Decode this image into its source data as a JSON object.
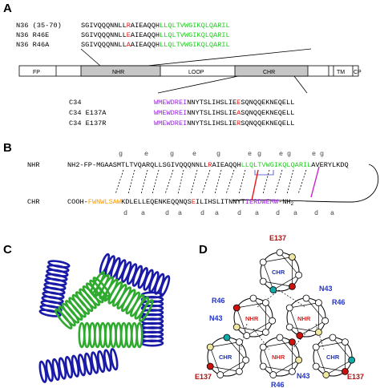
{
  "panels": {
    "a": "A",
    "b": "B",
    "c": "C",
    "d": "D"
  },
  "panel_a": {
    "peptides_top": [
      {
        "name": "N36 (35-70)",
        "pre": "SGIVQQQNNLL",
        "mut": "R",
        "mid": "AIEAQQH",
        "green": "LLQLTVWGIKQLQARIL"
      },
      {
        "name": "N36 R46E",
        "pre": "SGIVQQQNNLL",
        "mut": "E",
        "mid": "AIEAQQH",
        "green": "LLQLTVWGIKQLQARIL"
      },
      {
        "name": "N36 R46A",
        "pre": "SGIVQQQNNLL",
        "mut": "A",
        "mid": "AIEAQQH",
        "green": "LLQLTVWGIKQLQARIL"
      }
    ],
    "domains": [
      "FP",
      "NHR",
      "LOOP",
      "CHR",
      "TM",
      "CP"
    ],
    "peptides_bottom": [
      {
        "name": "C34",
        "purple": "WMEWDREI",
        "pre": "NNYTSLIHSLIE",
        "mut": "E",
        "post": "SQNQQEKNEQELL"
      },
      {
        "name": "C34 E137A",
        "purple": "WMEWDREI",
        "pre": "NNYTSLIHSLIE",
        "mut": "A",
        "post": "SQNQQEKNEQELL"
      },
      {
        "name": "C34 E137R",
        "purple": "WMEWDREI",
        "pre": "NNYTSLIHSLIE",
        "mut": "R",
        "post": "SQNQQEKNEQELL"
      }
    ]
  },
  "panel_b": {
    "heptad_top": [
      "g",
      "e",
      "g",
      "e",
      "g",
      "e",
      "g",
      "e",
      "g",
      "e",
      "g"
    ],
    "nhr_label": "NHR",
    "nhr_seq_pre": "NH2-FP-MGAASMTLTVQARQLLSGIVQQQNNLL",
    "nhr_seq_mut": "R",
    "nhr_seq_mid": "AIEAQQH",
    "nhr_seq_green": "LLQLTVWGIKQLQARIL",
    "nhr_seq_post": "AVERYLKDQ",
    "chr_label": "CHR",
    "chr_seq_pre": "COOH-",
    "chr_seq_orange": "FWNWLSAW",
    "chr_seq_mid": "KDLELLEQENKEQQNQS",
    "chr_seq_mut": "E",
    "chr_seq_mid2": "ILIHSLITNNYT",
    "chr_seq_purple": "IERDWEMW",
    "chr_seq_post": "-NH",
    "chr_seq_sub": "2",
    "heptad_bottom": [
      "d",
      "a",
      "d",
      "a",
      "d",
      "a",
      "d",
      "a",
      "d",
      "a",
      "d",
      "a"
    ]
  },
  "panel_d": {
    "core_nhr": "NHR",
    "core_chr": "CHR",
    "labels_red": [
      "E137",
      "E137",
      "E137"
    ],
    "labels_blue": [
      "N43",
      "R46",
      "N43",
      "R46",
      "N43",
      "R46"
    ]
  },
  "colors": {
    "green": "#22cc22",
    "red": "#ee1111",
    "purple": "#9922dd",
    "orange": "#ff9900",
    "blue_label": "#2233cc",
    "dark_red_label": "#aa1111",
    "helix_blue": "#1a1aa8",
    "helix_green": "#2faa2f"
  }
}
